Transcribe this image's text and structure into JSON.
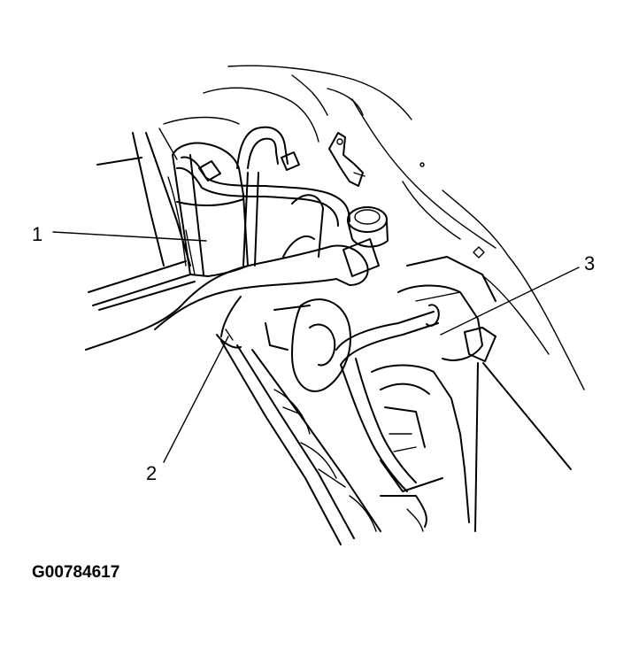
{
  "callouts": [
    {
      "number": "1"
    },
    {
      "number": "2"
    },
    {
      "number": "3"
    }
  ],
  "figure_code": "G00784617"
}
